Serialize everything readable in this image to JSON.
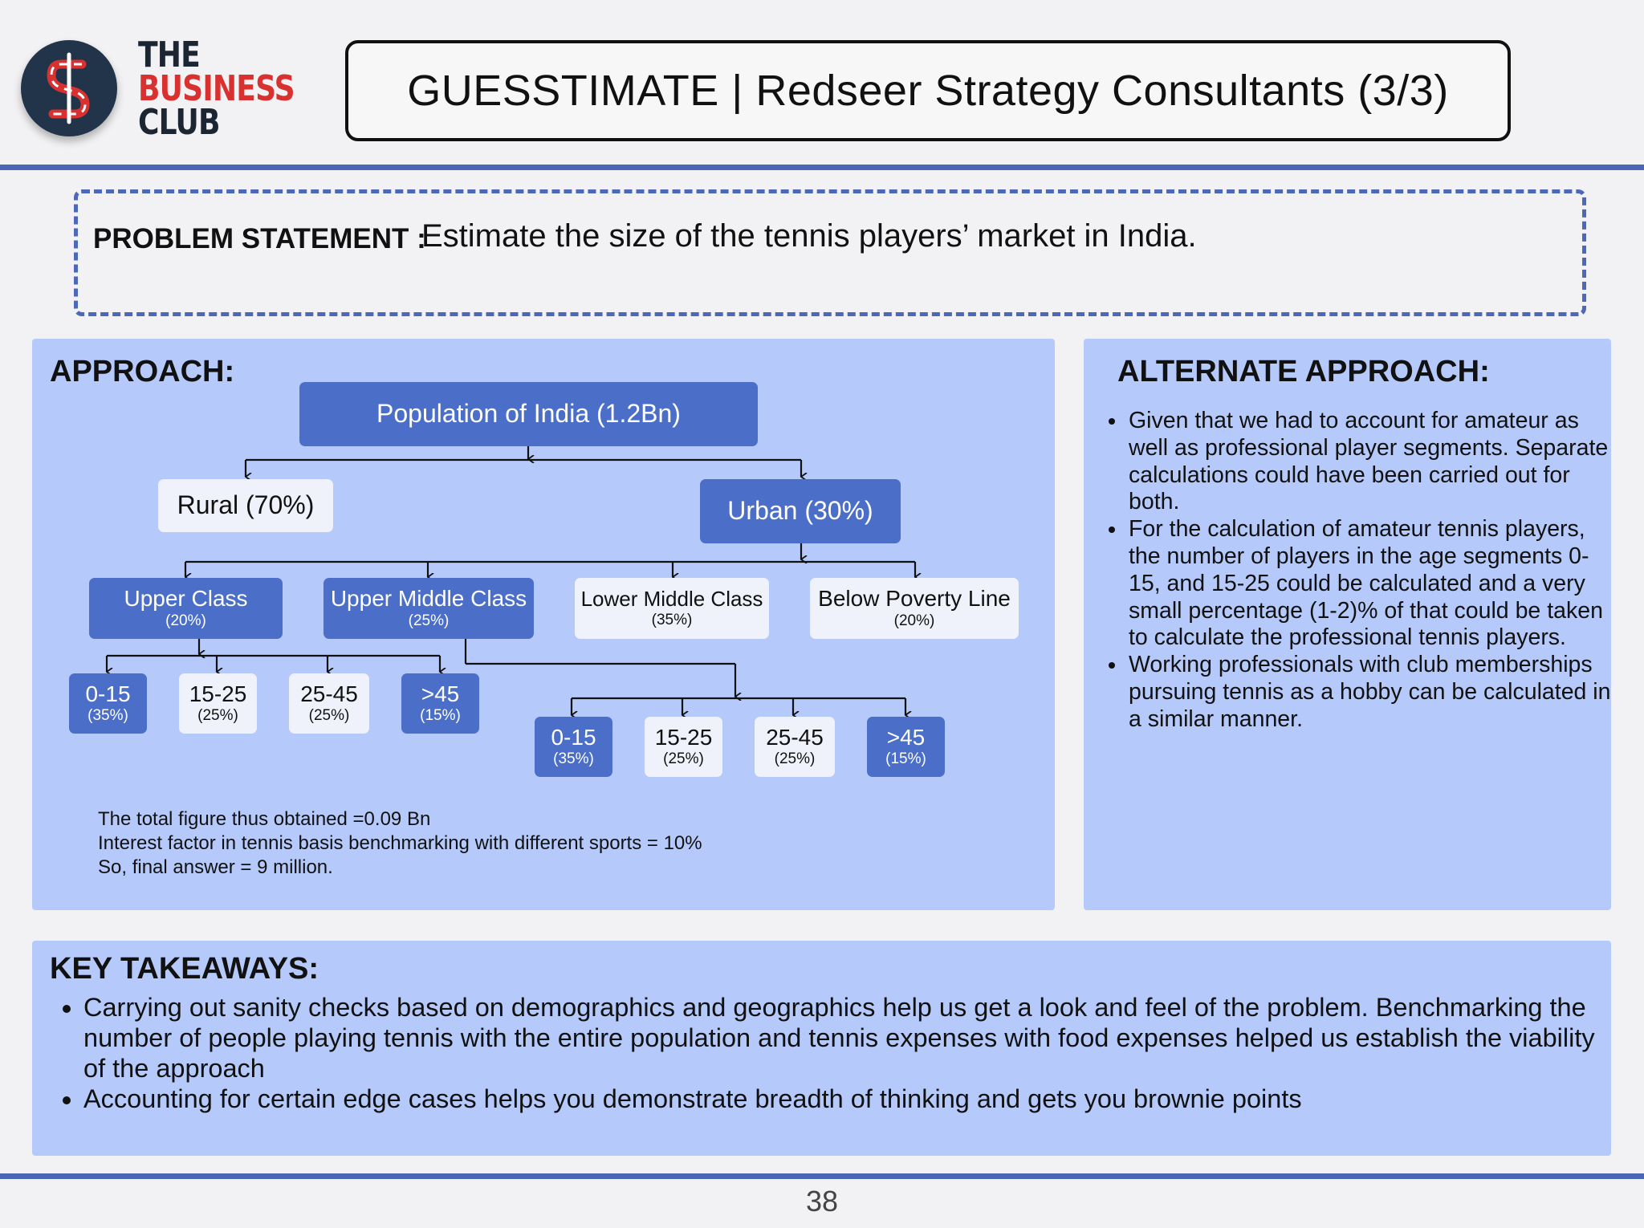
{
  "logo": {
    "line1": "THE",
    "line2": "BUSINESS",
    "line3": "CLUB",
    "icon": "s-dollar-logo-icon",
    "colors": {
      "circle": "#22344a",
      "accent": "#d8312f"
    }
  },
  "header": {
    "title": "GUESSTIMATE | Redseer Strategy Consultants (3/3)"
  },
  "problem": {
    "label": "PROBLEM STATEMENT :",
    "text": "Estimate the size of the tennis players’ market in India."
  },
  "approach": {
    "heading": "APPROACH:",
    "root": "Population of India (1.2Bn)",
    "rural": "Rural (70%)",
    "urban": "Urban (30%)",
    "classes": [
      {
        "label": "Upper Class",
        "pct": "(20%)"
      },
      {
        "label": "Upper Middle Class",
        "pct": "(25%)"
      },
      {
        "label": "Lower Middle Class",
        "pct": "(35%)"
      },
      {
        "label": "Below Poverty Line",
        "pct": "(20%)"
      }
    ],
    "upper_ages": [
      {
        "label": "0-15",
        "pct": "(35%)"
      },
      {
        "label": "15-25",
        "pct": "(25%)"
      },
      {
        "label": "25-45",
        "pct": "(25%)"
      },
      {
        "label": ">45",
        "pct": "(15%)"
      }
    ],
    "upper_middle_ages": [
      {
        "label": "0-15",
        "pct": "(35%)"
      },
      {
        "label": "15-25",
        "pct": "(25%)"
      },
      {
        "label": "25-45",
        "pct": "(25%)"
      },
      {
        "label": ">45",
        "pct": "(15%)"
      }
    ],
    "calc": [
      "The total figure thus obtained =0.09 Bn",
      "Interest factor in tennis basis benchmarking with different sports = 10%",
      "So, final answer = 9 million."
    ]
  },
  "alternate": {
    "heading": "ALTERNATE APPROACH:",
    "items": [
      "Given that we had to account for amateur as well as professional player segments. Separate calculations could have been carried out for both.",
      "For the calculation of amateur tennis players, the number of players in the age segments 0-15, and 15-25 could be calculated and a very small percentage (1-2)% of that could be taken to calculate the professional tennis players.",
      "Working professionals with club memberships pursuing tennis as a hobby can be calculated in a similar manner."
    ]
  },
  "takeaways": {
    "heading": "KEY TAKEAWAYS:",
    "items": [
      "Carrying out sanity checks based on demographics and geographics help us get a look and feel of the problem. Benchmarking the number of people playing tennis with the entire population and tennis expenses with food expenses helped us establish the viability of the approach",
      "Accounting for certain edge cases helps you demonstrate breadth of thinking and gets you brownie points"
    ]
  },
  "page_number": "38",
  "colors": {
    "background": "#f2f1f3",
    "panel": "#b5c9fb",
    "node_dark": "#4b6ec8",
    "node_light": "#eff2fb",
    "rule": "#4b66b5"
  }
}
